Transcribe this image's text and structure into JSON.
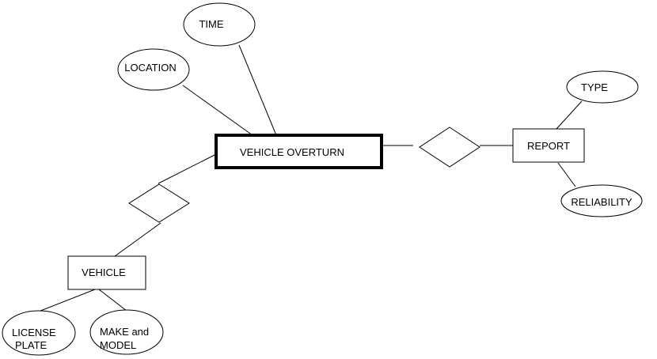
{
  "entities": {
    "vehicle_overturn": "VEHICLE OVERTURN",
    "report": "REPORT",
    "vehicle": "VEHICLE"
  },
  "attributes": {
    "time": "TIME",
    "location": "LOCATION",
    "type": "TYPE",
    "reliability": "RELIABILITY",
    "license_plate": [
      "LICENSE",
      "PLATE"
    ],
    "make_model": [
      "MAKE and",
      "MODEL"
    ]
  },
  "colors": {
    "stroke": "#000000",
    "background": "#ffffff"
  }
}
